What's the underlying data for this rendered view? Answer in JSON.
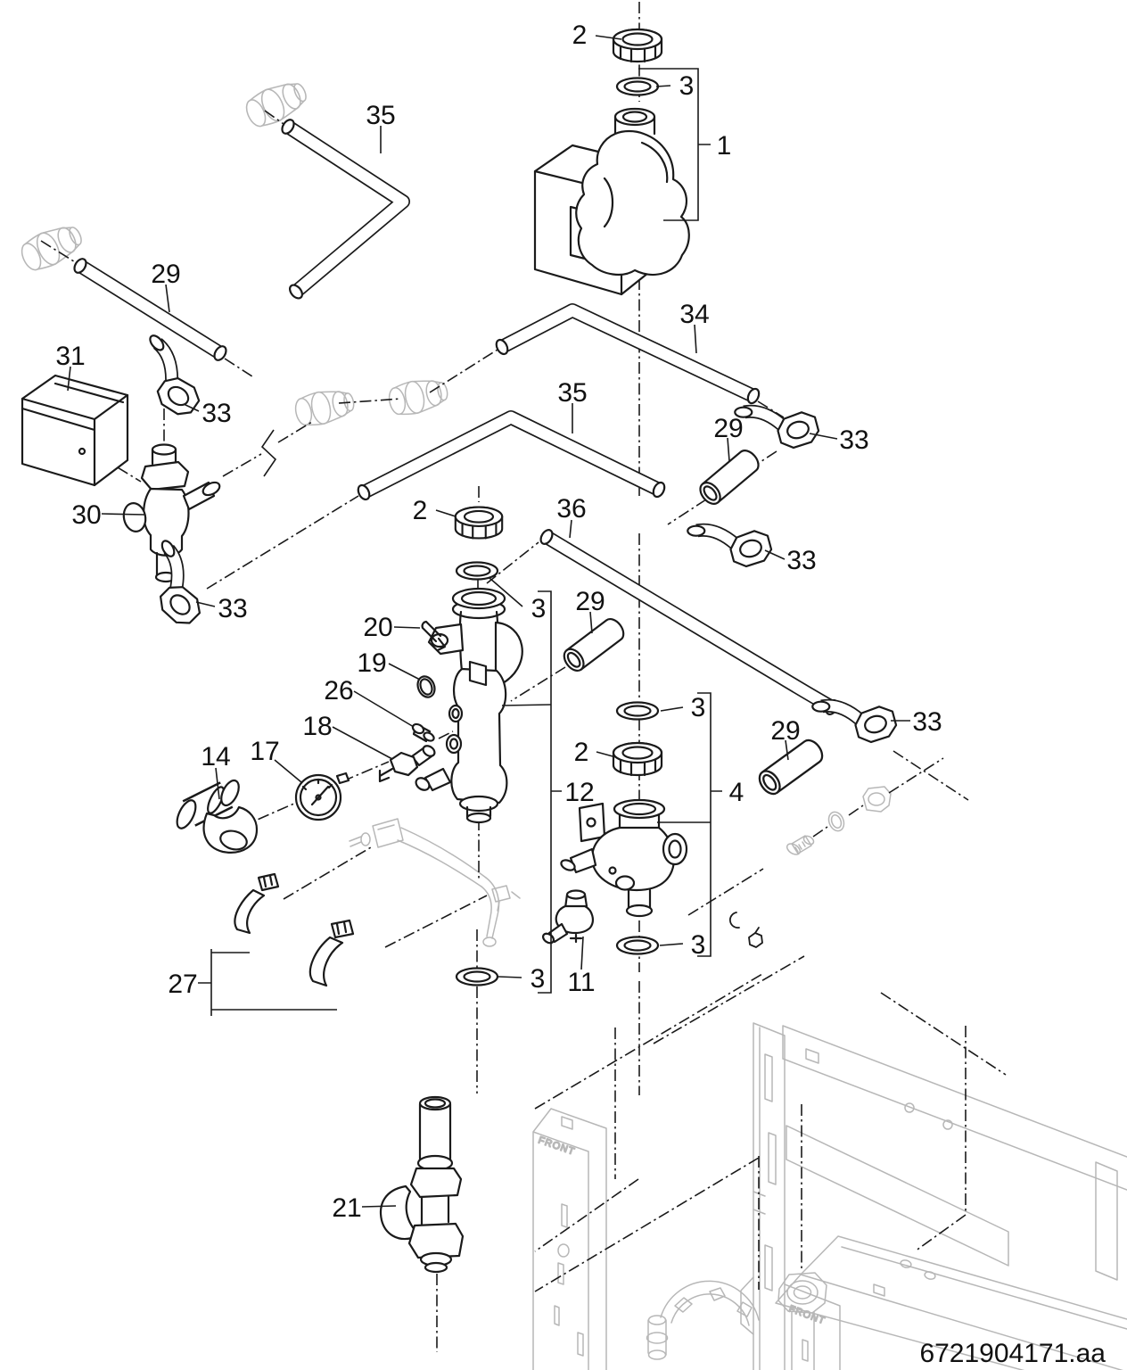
{
  "document": {
    "code": "6721904171.aa"
  },
  "frame": {
    "front_label": "FRONT"
  },
  "visible_part_numbers": [
    "1",
    "2",
    "3",
    "4",
    "11",
    "12",
    "14",
    "17",
    "18",
    "19",
    "20",
    "21",
    "26",
    "27",
    "29",
    "30",
    "31",
    "33",
    "34",
    "35",
    "36"
  ],
  "colors": {
    "line": "#1a1a1a",
    "ghost_line": "#b7b7b7",
    "background": "#ffffff"
  },
  "callouts": [
    {
      "id": "pump-union-nut",
      "text": "2"
    },
    {
      "id": "pump-gasket",
      "text": "3"
    },
    {
      "id": "circulation-pump",
      "text": "1"
    },
    {
      "id": "pipe-top-left",
      "text": "35"
    },
    {
      "id": "pipe-left",
      "text": "29"
    },
    {
      "id": "actuator-motor",
      "text": "31"
    },
    {
      "id": "elbow-upper-left",
      "text": "33"
    },
    {
      "id": "three-way-valve",
      "text": "30"
    },
    {
      "id": "elbow-lower-left",
      "text": "33"
    },
    {
      "id": "pipe-upper-right",
      "text": "34"
    },
    {
      "id": "pipe-center",
      "text": "35"
    },
    {
      "id": "sleeve-upper-right",
      "text": "29"
    },
    {
      "id": "elbow-upper-right",
      "text": "33"
    },
    {
      "id": "manifold-union-nut",
      "text": "2"
    },
    {
      "id": "pipe-lower-center",
      "text": "36"
    },
    {
      "id": "elbow-center-right",
      "text": "33"
    },
    {
      "id": "manifold-gasket",
      "text": "3"
    },
    {
      "id": "sleeve-center",
      "text": "29"
    },
    {
      "id": "retaining-clip",
      "text": "20"
    },
    {
      "id": "o-ring",
      "text": "19"
    },
    {
      "id": "plug",
      "text": "26"
    },
    {
      "id": "sensor",
      "text": "18"
    },
    {
      "id": "pressure-gauge",
      "text": "17"
    },
    {
      "id": "relief-valve",
      "text": "14"
    },
    {
      "id": "valve-union-nut",
      "text": "2"
    },
    {
      "id": "valve-gasket-top",
      "text": "3"
    },
    {
      "id": "manifold-assembly",
      "text": "12"
    },
    {
      "id": "valve-assembly",
      "text": "4"
    },
    {
      "id": "sleeve-lower-right",
      "text": "29"
    },
    {
      "id": "elbow-lower-right",
      "text": "33"
    },
    {
      "id": "mounting-clips",
      "text": "27"
    },
    {
      "id": "manifold-gasket-bottom",
      "text": "3"
    },
    {
      "id": "drain-valve",
      "text": "11"
    },
    {
      "id": "valve-gasket-bottom",
      "text": "3"
    },
    {
      "id": "ball-valve",
      "text": "21"
    }
  ]
}
